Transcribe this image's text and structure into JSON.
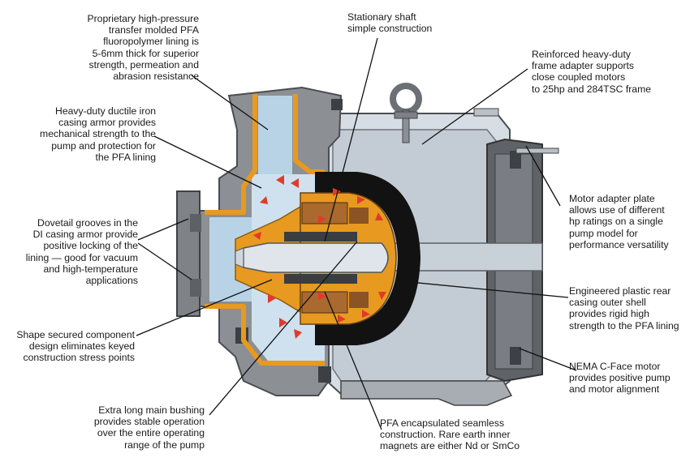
{
  "callouts": {
    "pfa_lining": "Proprietary high-pressure\ntransfer molded PFA\nfluoropolymer lining is\n5-6mm thick for superior\nstrength, permeation and\nabrasion resistance",
    "casing_armor": "Heavy-duty ductile iron\ncasing armor provides\nmechanical strength to the\npump and protection for\nthe PFA lining",
    "dovetail": "Dovetail grooves in the\nDI casing armor provide\npositive locking of the\nlining — good for vacuum\nand high-temperature\napplications",
    "shape_secured": "Shape secured component\ndesign eliminates keyed\nconstruction stress points",
    "bushing": "Extra long main bushing\nprovides stable operation\nover the entire operating\nrange of the pump",
    "shaft": "Stationary shaft\nsimple construction",
    "frame_adapter": "Reinforced heavy-duty\nframe adapter supports\nclose coupled motors\nto 25hp and 284TSC frame",
    "motor_plate": "Motor adapter plate\nallows use of different\nhp ratings on a single\npump model for\nperformance versatility",
    "rear_casing": "Engineered plastic rear\ncasing outer shell\nprovides rigid high\nstrength to the PFA lining",
    "nema": "NEMA C-Face motor\nprovides positive pump\nand motor alignment",
    "magnets": "PFA encapsulated seamless\nconstruction. Rare earth inner\nmagnets are either Nd or SmCo"
  },
  "colors": {
    "casing_gray": "#8c8f93",
    "casing_dark": "#4a4d52",
    "frame_light": "#d6dde4",
    "fluid_blue": "#b9d3e6",
    "pfa_orange": "#e79a1f",
    "magnet_brown": "#a9692f",
    "rear_black": "#121212",
    "flow_red": "#e23a2a",
    "leader_black": "#111111"
  }
}
